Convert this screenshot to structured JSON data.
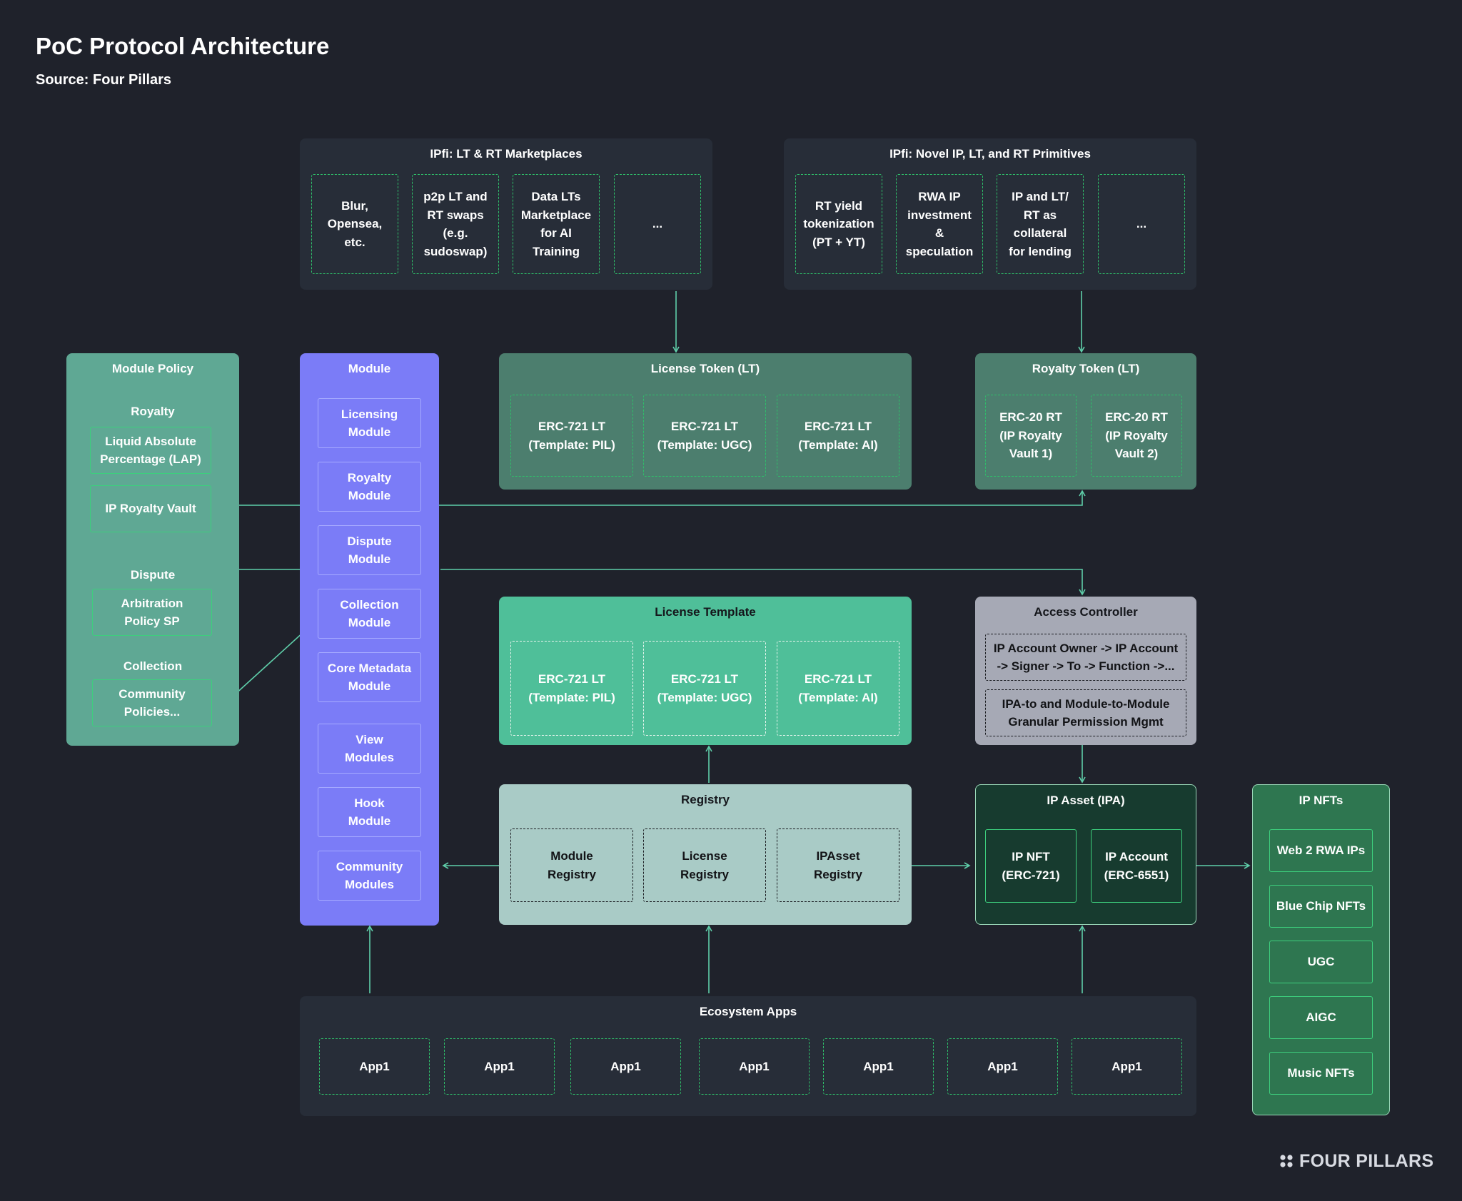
{
  "header": {
    "title": "PoC Protocol Architecture",
    "source": "Source: Four Pillars"
  },
  "brand": {
    "logo_text": "FOUR PILLARS"
  },
  "marketplaces": {
    "title": "IPfi: LT & RT Marketplaces",
    "items": [
      "Blur,\nOpensea,\netc.",
      "p2p LT and\nRT swaps\n(e.g.\nsudoswap)",
      "Data LTs\nMarketplace\nfor AI\nTraining",
      "..."
    ]
  },
  "primitives": {
    "title": "IPfi: Novel IP, LT, and RT Primitives",
    "items": [
      "RT yield\ntokenization\n(PT + YT)",
      "RWA IP\ninvestment\n&\nspeculation",
      "IP and LT/\nRT as\ncollateral\nfor lending",
      "..."
    ]
  },
  "module_policy": {
    "title": "Module Policy",
    "royalty": {
      "title": "Royalty",
      "items": [
        "Liquid Absolute\nPercentage (LAP)",
        "IP Royalty Vault"
      ]
    },
    "dispute": {
      "title": "Dispute",
      "items": [
        "Arbitration\nPolicy SP"
      ]
    },
    "collection": {
      "title": "Collection",
      "items": [
        "Community\nPolicies..."
      ]
    }
  },
  "module": {
    "title": "Module",
    "items": [
      "Licensing\nModule",
      "Royalty\nModule",
      "Dispute\nModule",
      "Collection\nModule",
      "Core Metadata\nModule",
      "View\nModules",
      "Hook\nModule",
      "Community\nModules"
    ]
  },
  "license_token": {
    "title": "License Token (LT)",
    "items": [
      "ERC-721 LT\n(Template: PIL)",
      "ERC-721 LT\n(Template: UGC)",
      "ERC-721 LT\n(Template: AI)"
    ]
  },
  "royalty_token": {
    "title": "Royalty Token (LT)",
    "items": [
      "ERC-20 RT\n(IP Royalty\nVault 1)",
      "ERC-20 RT\n(IP Royalty\nVault 2)"
    ]
  },
  "license_template": {
    "title": "License Template",
    "items": [
      "ERC-721 LT\n(Template: PIL)",
      "ERC-721 LT\n(Template: UGC)",
      "ERC-721 LT\n(Template: AI)"
    ]
  },
  "access_controller": {
    "title": "Access Controller",
    "items": [
      "IP Account Owner -> IP Account\n-> Signer -> To -> Function ->...",
      "IPA-to and Module-to-Module\nGranular Permission Mgmt"
    ]
  },
  "registry": {
    "title": "Registry",
    "items": [
      "Module\nRegistry",
      "License\nRegistry",
      "IPAsset\nRegistry"
    ]
  },
  "ip_asset": {
    "title": "IP Asset (IPA)",
    "items": [
      "IP NFT\n(ERC-721)",
      "IP Account\n(ERC-6551)"
    ]
  },
  "ip_nfts": {
    "title": "IP NFTs",
    "items": [
      "Web 2 RWA IPs",
      "Blue Chip NFTs",
      "UGC",
      "AIGC",
      "Music NFTs"
    ]
  },
  "ecosystem": {
    "title": "Ecosystem Apps",
    "items": [
      "App1",
      "App1",
      "App1",
      "App1",
      "App1",
      "App1",
      "App1"
    ]
  },
  "colors": {
    "background": "#1f222b",
    "dark_panel": "#272d38",
    "module_policy": "#5fa894",
    "module": "#7b7cf7",
    "token_panel": "#4c7e6e",
    "license_template": "#4fbf99",
    "access_controller": "#a6a9b5",
    "registry": "#a9cbc6",
    "ip_asset": "#173b2f",
    "ip_nfts": "#2e7650",
    "connector": "#5fcfaa"
  }
}
